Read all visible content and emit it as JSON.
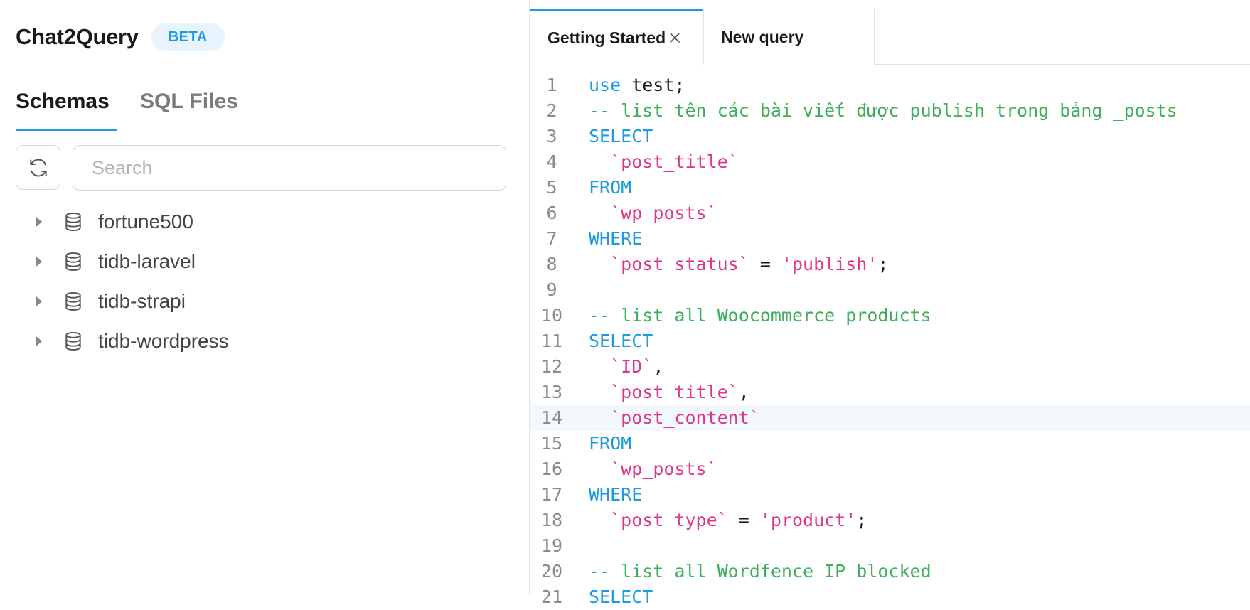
{
  "app": {
    "title": "Chat2Query",
    "badge": "BETA"
  },
  "sidebar": {
    "tabs": [
      {
        "label": "Schemas",
        "active": true
      },
      {
        "label": "SQL Files",
        "active": false
      }
    ],
    "search": {
      "placeholder": "Search",
      "value": ""
    },
    "refresh_icon": "refresh-icon",
    "databases": [
      {
        "name": "fortune500",
        "icon": "database-icon"
      },
      {
        "name": "tidb-laravel",
        "icon": "database-icon"
      },
      {
        "name": "tidb-strapi",
        "icon": "database-icon"
      },
      {
        "name": "tidb-wordpress",
        "icon": "database-icon"
      }
    ]
  },
  "editor": {
    "tabs": [
      {
        "label": "Getting Started",
        "active": true,
        "closable": true
      },
      {
        "label": "New query",
        "active": false,
        "closable": false
      }
    ],
    "highlighted_line": 14,
    "lines": [
      {
        "n": "1",
        "tokens": [
          [
            "kw",
            "use"
          ],
          [
            "pl",
            " test;"
          ]
        ]
      },
      {
        "n": "2",
        "tokens": [
          [
            "cm",
            "-- list tên các bài viết được publish trong bảng _posts"
          ]
        ]
      },
      {
        "n": "3",
        "tokens": [
          [
            "kw",
            "SELECT"
          ]
        ]
      },
      {
        "n": "4",
        "tokens": [
          [
            "pl",
            "  "
          ],
          [
            "str",
            "`post_title`"
          ]
        ]
      },
      {
        "n": "5",
        "tokens": [
          [
            "kw",
            "FROM"
          ]
        ]
      },
      {
        "n": "6",
        "tokens": [
          [
            "pl",
            "  "
          ],
          [
            "str",
            "`wp_posts`"
          ]
        ]
      },
      {
        "n": "7",
        "tokens": [
          [
            "kw",
            "WHERE"
          ]
        ]
      },
      {
        "n": "8",
        "tokens": [
          [
            "pl",
            "  "
          ],
          [
            "str",
            "`post_status`"
          ],
          [
            "pl",
            " = "
          ],
          [
            "str",
            "'publish'"
          ],
          [
            "pl",
            ";"
          ]
        ]
      },
      {
        "n": "9",
        "tokens": []
      },
      {
        "n": "10",
        "tokens": [
          [
            "cm",
            "-- list all Woocommerce products"
          ]
        ]
      },
      {
        "n": "11",
        "tokens": [
          [
            "kw",
            "SELECT"
          ]
        ]
      },
      {
        "n": "12",
        "tokens": [
          [
            "pl",
            "  "
          ],
          [
            "str",
            "`ID`"
          ],
          [
            "pl",
            ","
          ]
        ]
      },
      {
        "n": "13",
        "tokens": [
          [
            "pl",
            "  "
          ],
          [
            "str",
            "`post_title`"
          ],
          [
            "pl",
            ","
          ]
        ]
      },
      {
        "n": "14",
        "tokens": [
          [
            "pl",
            "  "
          ],
          [
            "str",
            "`post_content`"
          ]
        ]
      },
      {
        "n": "15",
        "tokens": [
          [
            "kw",
            "FROM"
          ]
        ]
      },
      {
        "n": "16",
        "tokens": [
          [
            "pl",
            "  "
          ],
          [
            "str",
            "`wp_posts`"
          ]
        ]
      },
      {
        "n": "17",
        "tokens": [
          [
            "kw",
            "WHERE"
          ]
        ]
      },
      {
        "n": "18",
        "tokens": [
          [
            "pl",
            "  "
          ],
          [
            "str",
            "`post_type`"
          ],
          [
            "pl",
            " = "
          ],
          [
            "str",
            "'product'"
          ],
          [
            "pl",
            ";"
          ]
        ]
      },
      {
        "n": "19",
        "tokens": []
      },
      {
        "n": "20",
        "tokens": [
          [
            "cm",
            "-- list all Wordfence IP blocked"
          ]
        ]
      },
      {
        "n": "21",
        "tokens": [
          [
            "kw",
            "SELECT"
          ]
        ]
      }
    ]
  },
  "colors": {
    "accent": "#1e9be0",
    "keyword": "#1e9be0",
    "comment": "#3fae5c",
    "string": "#e0368a",
    "line_highlight": "#f3f8fd"
  }
}
